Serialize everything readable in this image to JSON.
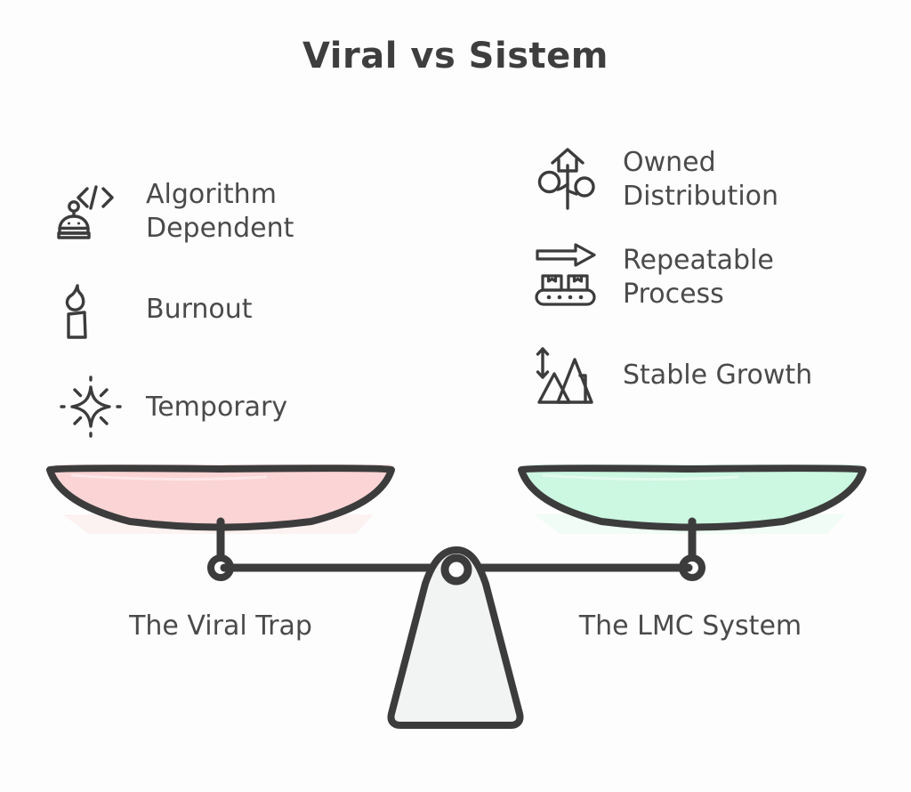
{
  "title": "Viral vs Sistem",
  "colors": {
    "background": "#fdfdfd",
    "ink": "#3c3c3c",
    "text": "#4a4a4a",
    "left_pan_fill": "#fbd4d5",
    "right_pan_fill": "#ccf7e0",
    "fulcrum_fill": "#f2f3f3"
  },
  "left_side": {
    "caption": "The Viral Trap",
    "pan_color": "#fbd4d5",
    "features": [
      {
        "icon": "robot-code-icon",
        "label": "Algorithm\nDependent"
      },
      {
        "icon": "candle-flame-icon",
        "label": "Burnout"
      },
      {
        "icon": "sparkle-icon",
        "label": "Temporary"
      }
    ]
  },
  "right_side": {
    "caption": "The LMC System",
    "pan_color": "#ccf7e0",
    "features": [
      {
        "icon": "birdhouse-network-icon",
        "label": "Owned\nDistribution"
      },
      {
        "icon": "conveyor-arrow-icon",
        "label": "Repeatable\nProcess"
      },
      {
        "icon": "mountain-arrow-icon",
        "label": "Stable Growth"
      }
    ]
  },
  "scale": {
    "name": "balance-scale",
    "state": "balanced"
  }
}
